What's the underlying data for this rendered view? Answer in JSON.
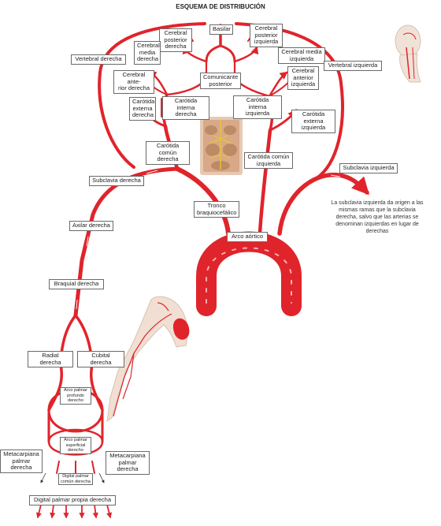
{
  "title": "ESQUEMA DE DISTRIBUCIÓN",
  "note": "La subclavia izquierda da origen a las mismas ramas que la subclavia derecha, salvo que las arterias se denominan izquierdas en lugar de derechas",
  "labels": {
    "basilar": "Basilar",
    "cerebral_posterior_derecha": "Cerebral\nposterior\nderecha",
    "cerebral_posterior_izquierda": "Cerebral\nposterior\nizquierda",
    "cerebral_media_derecha": "Cerebral\nmedia\nderecha",
    "cerebral_media_izquierda": "Cerebral media\nizquierda",
    "vertebral_derecha": "Vertebral derecha",
    "vertebral_izquierda": "Vertebral izquierda",
    "cerebral_anterior_derecha": "Cerebral ante-\nrior derecha",
    "comunicante_posterior": "Comunicante\nposterior",
    "cerebral_anterior_izquierda": "Cerebral\nanterior\nizquierda",
    "carotida_externa_derecha": "Carótida\nexterna\nderecha",
    "carotida_interna_derecha": "Carótida\ninterna derecha",
    "carotida_interna_izquierda": "Carótida\ninterna izquierda",
    "carotida_externa_izquierda": "Carótida externa\nizquierda",
    "carotida_comun_derecha": "Carótida\ncomún derecha",
    "carotida_comun_izquierda": "Carótida común\nizquierda",
    "subclavia_derecha": "Subclavia derecha",
    "subclavia_izquierda": "Subclavia izquierda",
    "tronco_braquiocefalico": "Tronco\nbraquiocefálico",
    "axilar_derecha": "Axilar derecha",
    "arco_aortico": "Arco aórtico",
    "braquial_derecha": "Braquial derecha",
    "radial_derecha": "Radial derecha",
    "cubital_derecha": "Cubital derecha",
    "arco_palmar_profundo": "Arco palmar\nprofundo\nderecho",
    "arco_palmar_superficial": "Arco palmar\nsuperficial\nderecho",
    "metacarpiana_palmar_izq": "Metacarpiana\npalmar derecha",
    "metacarpiana_palmar_der": "Metacarpiana\npalmar derecha",
    "digital_palmar_comun": "Digital palmar\ncomún derecha",
    "digital_palmar_propia": "Digital palmar propia derecha"
  },
  "colors": {
    "artery": "#e0242b",
    "artery_dark": "#c01a20",
    "artery_highlight": "#f6b0b0",
    "label_border": "#6a6a6a",
    "text": "#222222"
  },
  "illustrations": [
    "brain-base-image",
    "head-neck-thumbnail",
    "arm-arteries-thumbnail"
  ]
}
